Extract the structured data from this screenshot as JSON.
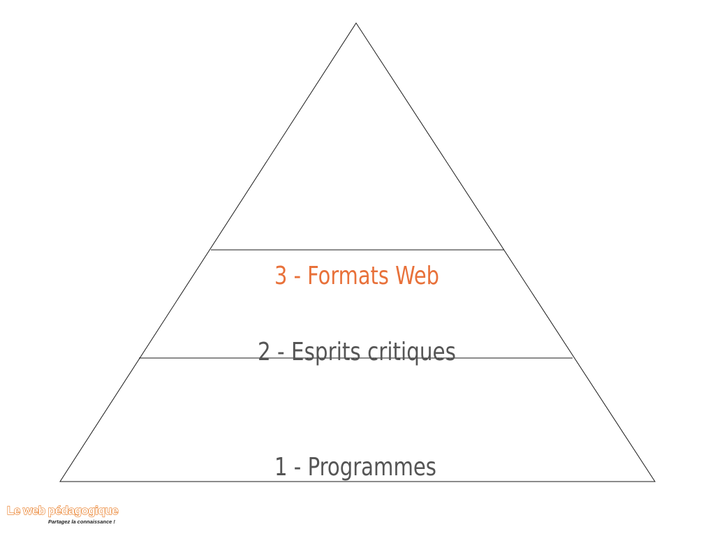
{
  "pyramid": {
    "levels": [
      {
        "label": "3 - Formats Web",
        "color": "#e8713a"
      },
      {
        "label": "2 - Esprits critiques",
        "color": "#555555"
      },
      {
        "label": "1 - Programmes",
        "color": "#555555"
      }
    ],
    "outline_color": "#1a1a1a"
  },
  "logo": {
    "name": "Le web pédagogique",
    "tagline": "Partagez la connaissance !",
    "color": "#e8781e"
  }
}
